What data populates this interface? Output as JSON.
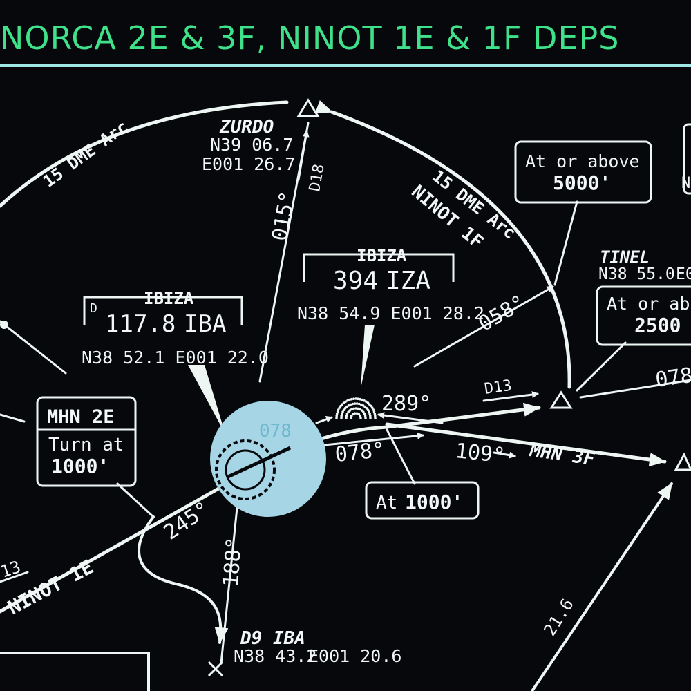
{
  "colors": {
    "background": "#06080c",
    "title_text": "#3fe28a",
    "title_rule": "#9fe8e6",
    "chart_line": "#eef6f4",
    "vor_disc": "#a6d6e6",
    "vor_disc_text": "#6fb7cc"
  },
  "header": {
    "title": "NORCA 2E & 3F, NINOT 1E & 1F DEPS"
  },
  "waypoints": {
    "zurdo": {
      "name": "ZURDO",
      "lat": "N39 06.7",
      "lon": "E001 26.7"
    },
    "tinel": {
      "name": "TINEL",
      "lat": "N38 55.0",
      "lon": "E0"
    },
    "d9iba": {
      "name": "D9 IBA",
      "lat": "N38 43.2",
      "lon": "E001 20.6"
    },
    "right_edge_partial": "N"
  },
  "navaids": {
    "vor": {
      "name": "IBIZA",
      "prefix": "D",
      "frequency": "117.8",
      "ident": "IBA",
      "coords": "N38 52.1  E001 22.0"
    },
    "ndb": {
      "name": "IBIZA",
      "frequency": "394",
      "ident": "IZA",
      "coords": "N38 54.9  E001 28.2"
    }
  },
  "callouts": {
    "at_or_above_5000": {
      "line1": "At or above",
      "line2": "5000'"
    },
    "at_or_above_2500": {
      "line1": "At or abo",
      "line2": "2500"
    },
    "mhn2e": {
      "title": "MHN 2E",
      "line1": "Turn at",
      "line2": "1000'"
    },
    "at_1000": {
      "prefix": "At ",
      "value": "1000'"
    }
  },
  "arc_labels": {
    "left_arc": "15 DME Arc",
    "right_arc": "15 DME Arc",
    "right_arc_route": "NINOT 1F"
  },
  "routes": {
    "ninot_1e": "NINOT 1E",
    "mhn_3f": "MHN 3F"
  },
  "courses": {
    "c015": "015°",
    "d18": "D18",
    "c058": "058°",
    "d13_upper": "D13",
    "c289": "289°",
    "c078_ring": "078",
    "c078_lower": "078°",
    "c109": "109°",
    "c078_right": "078",
    "c245": "245°",
    "c188": "188°",
    "c216": "21.6",
    "d13_left": "13"
  }
}
